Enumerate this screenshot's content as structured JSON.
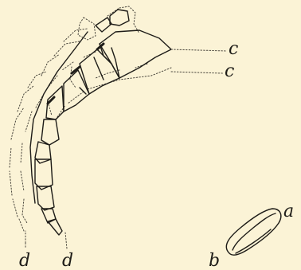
{
  "labels": {
    "c_upper": "c",
    "c_lower": "c",
    "d_left": "d",
    "d_right": "d",
    "a": "a",
    "b": "b"
  }
}
